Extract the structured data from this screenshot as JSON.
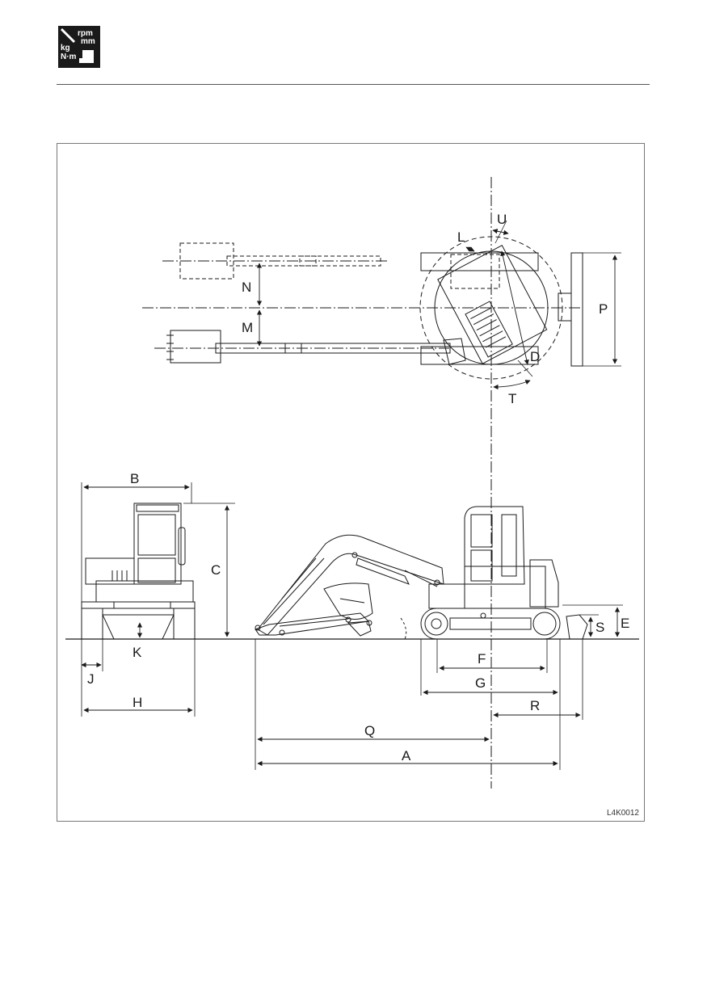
{
  "logo": {
    "icon": "spec-units-icon",
    "unit_1": "rpm",
    "unit_2": "mm",
    "unit_3": "kg",
    "unit_4": "N·m"
  },
  "figure": {
    "code": "L4K0012",
    "labels": {
      "A": "A",
      "B": "B",
      "C": "C",
      "D": "D",
      "E": "E",
      "F": "F",
      "G": "G",
      "H": "H",
      "J": "J",
      "K": "K",
      "L": "L",
      "M": "M",
      "N": "N",
      "P": "P",
      "Q": "Q",
      "R": "R",
      "S": "S",
      "T": "T",
      "U": "U"
    }
  }
}
